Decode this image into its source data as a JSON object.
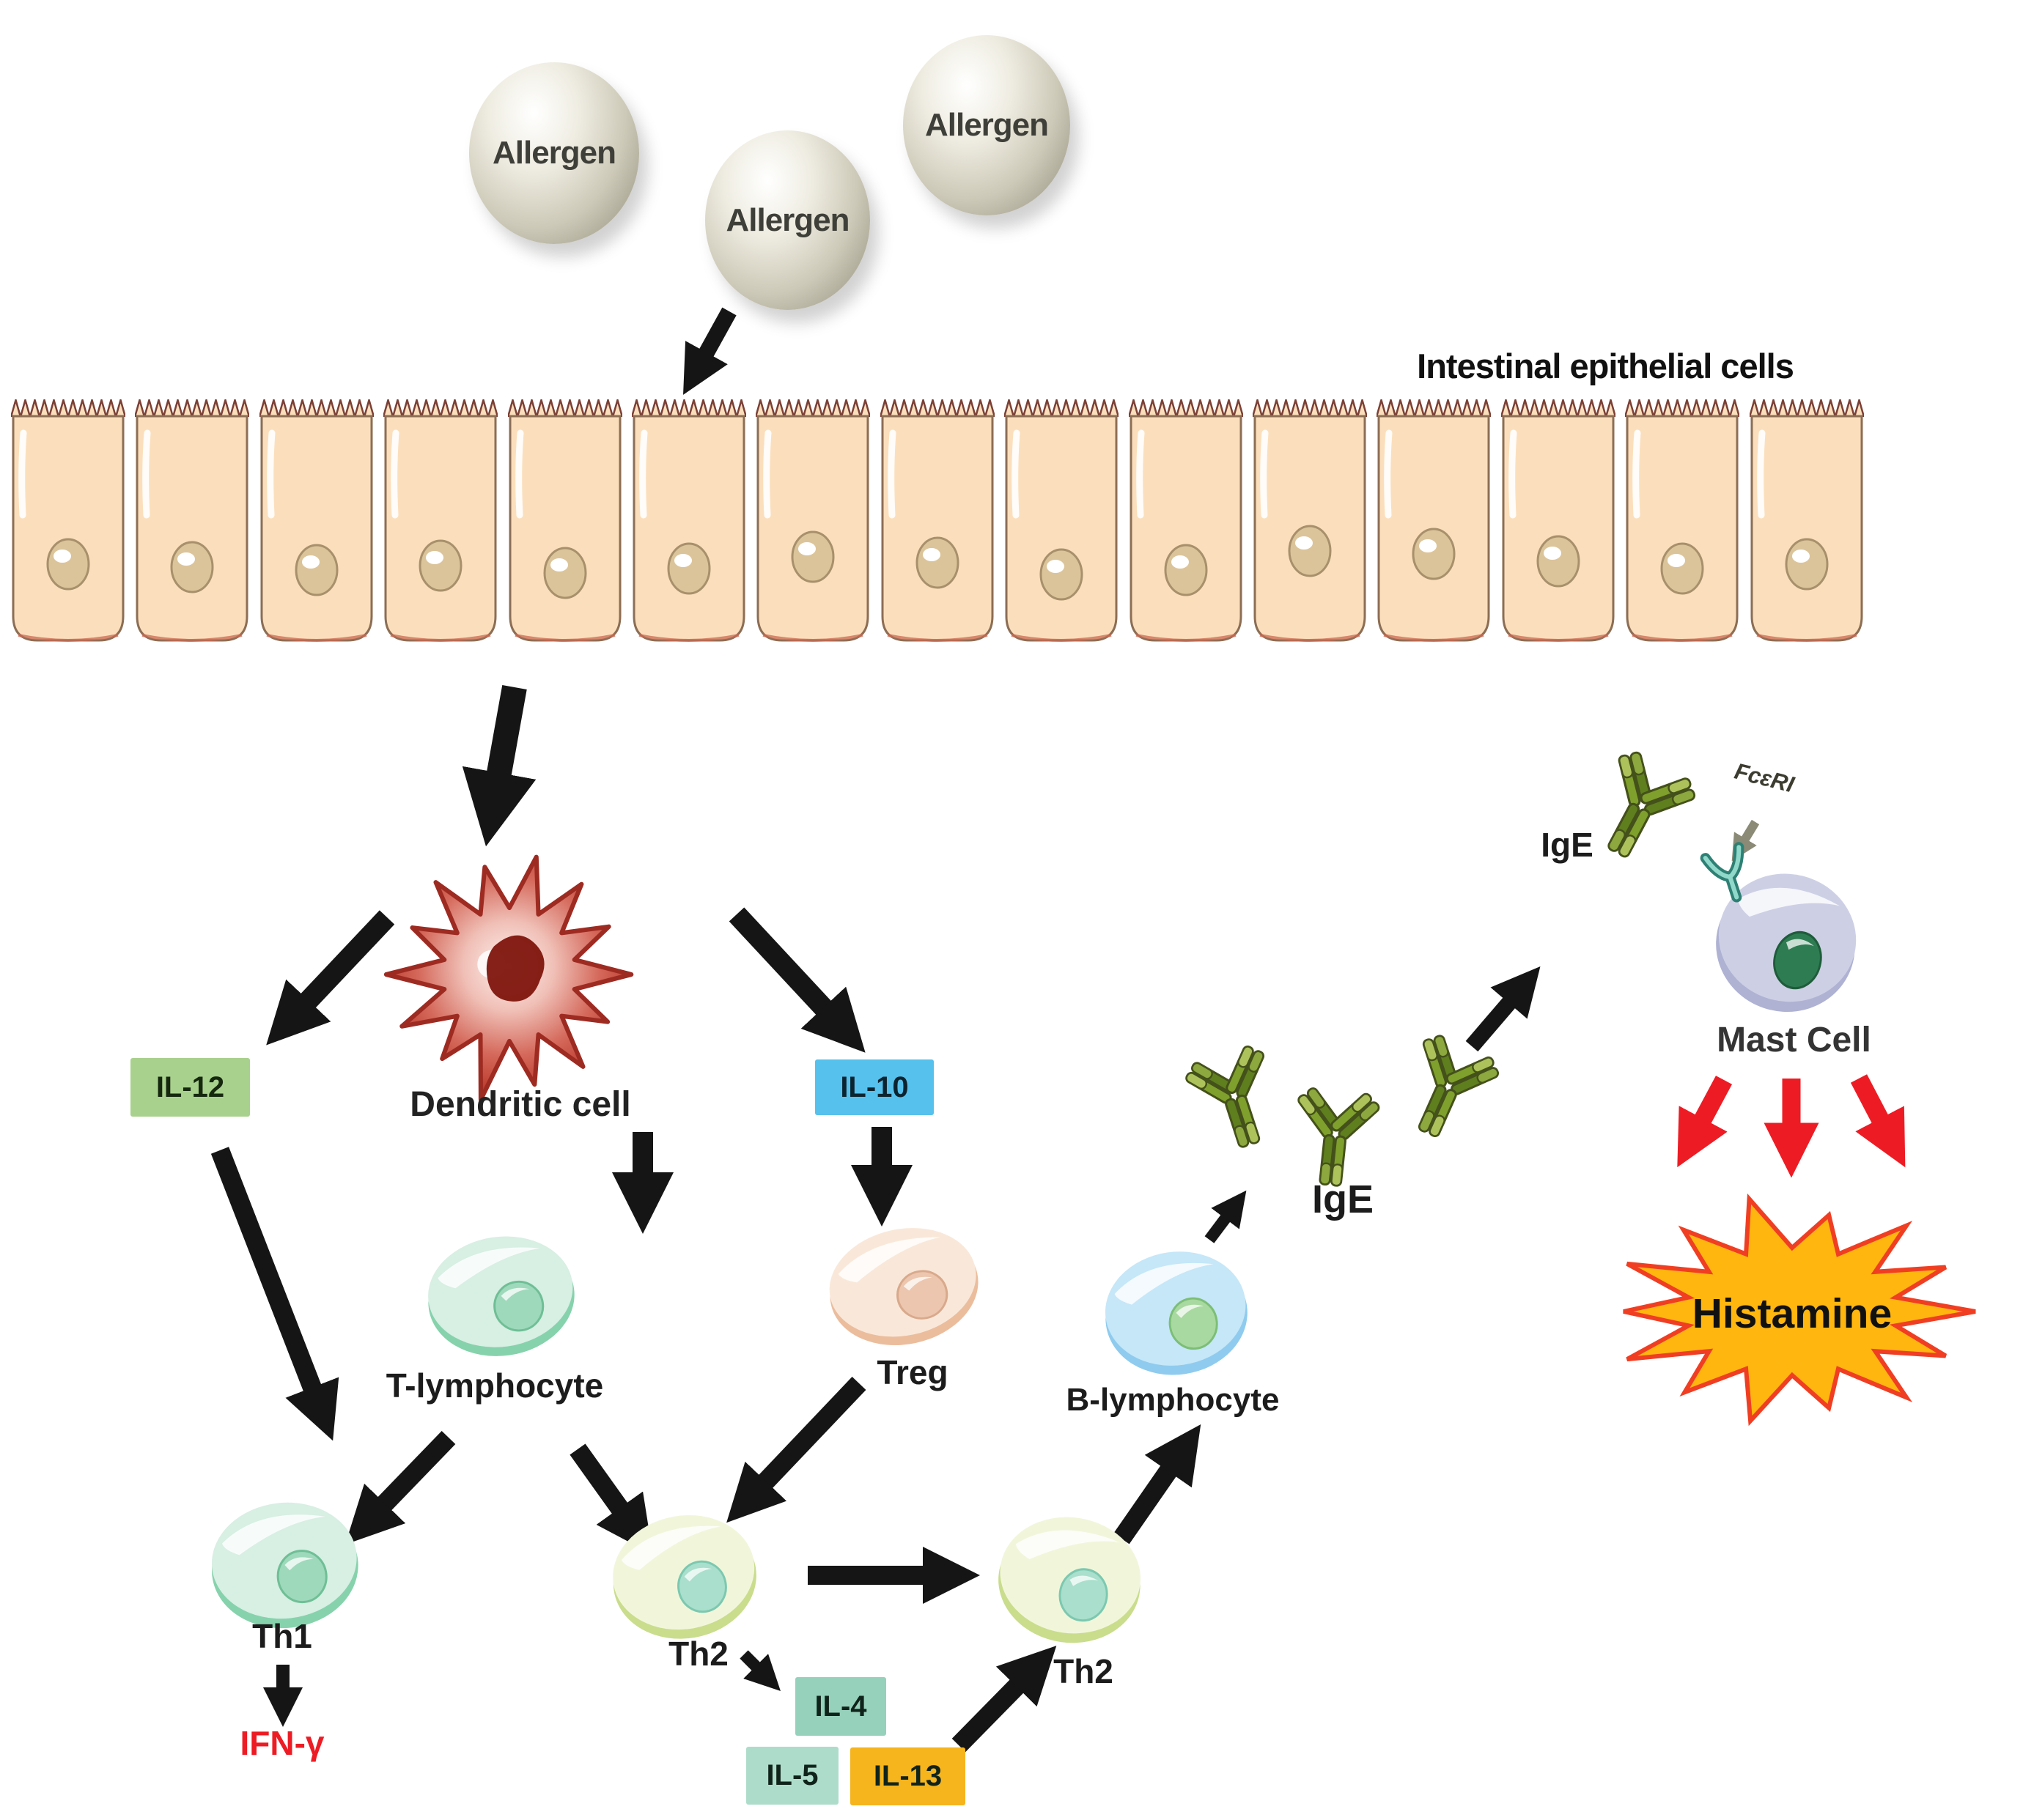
{
  "diagram": {
    "allergen": {
      "label": "Allergen"
    },
    "epithelium": {
      "label": "Intestinal epithelial cells",
      "cell_count": 15,
      "fill": "#FBDFBC"
    },
    "dendritic_cell": {
      "label": "Dendritic cell"
    },
    "cytokines": {
      "il12": {
        "label": "IL-12",
        "color": "#A9D18E"
      },
      "il10": {
        "label": "IL-10",
        "color": "#56C1ED"
      },
      "il4": {
        "label": "IL-4",
        "color": "#96D1BC"
      },
      "il5": {
        "label": "IL-5",
        "color": "#AEDCCB"
      },
      "il13": {
        "label": "IL-13",
        "color": "#F6B41D"
      }
    },
    "t_cells": {
      "t_lymphocyte": {
        "label": "T-lymphocyte"
      },
      "treg": {
        "label": "Treg"
      },
      "th1": {
        "label": "Th1"
      },
      "th2_left": {
        "label": "Th2"
      },
      "th2_right": {
        "label": "Th2"
      }
    },
    "b_lymphocyte": {
      "label": "B-lymphocyte"
    },
    "mast_cell": {
      "label": "Mast Cell"
    },
    "antibodies": {
      "ige_cluster": {
        "label": "IgE"
      },
      "ige_bound": {
        "label": "IgE"
      },
      "receptor": {
        "label": "FcεRI"
      }
    },
    "mediators": {
      "ifn_gamma": {
        "label": "IFN-γ",
        "color": "#ED1C24"
      },
      "histamine": {
        "label": "Histamine",
        "fill": "#FFB60F",
        "border": "#F03E23"
      }
    },
    "colors": {
      "arrow_black": "#151515",
      "arrow_red": "#ED1C24",
      "arrow_gray": "#8A8A76",
      "antibody_green_dark": "#5F7F1E",
      "antibody_green_light": "#8CA83E"
    }
  }
}
